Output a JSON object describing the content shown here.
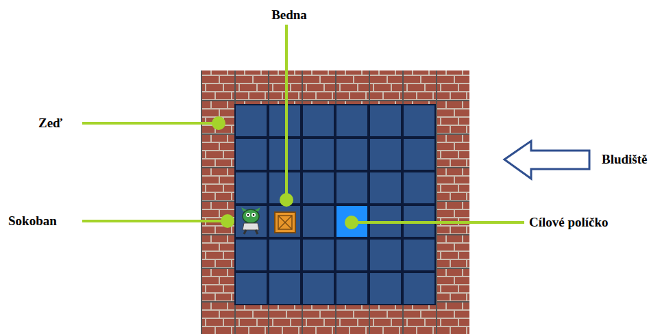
{
  "diagram": {
    "labels": [
      "Bedna",
      "Zeď",
      "Sokoban",
      "Cílové políčko",
      "Bludiště"
    ]
  }
}
